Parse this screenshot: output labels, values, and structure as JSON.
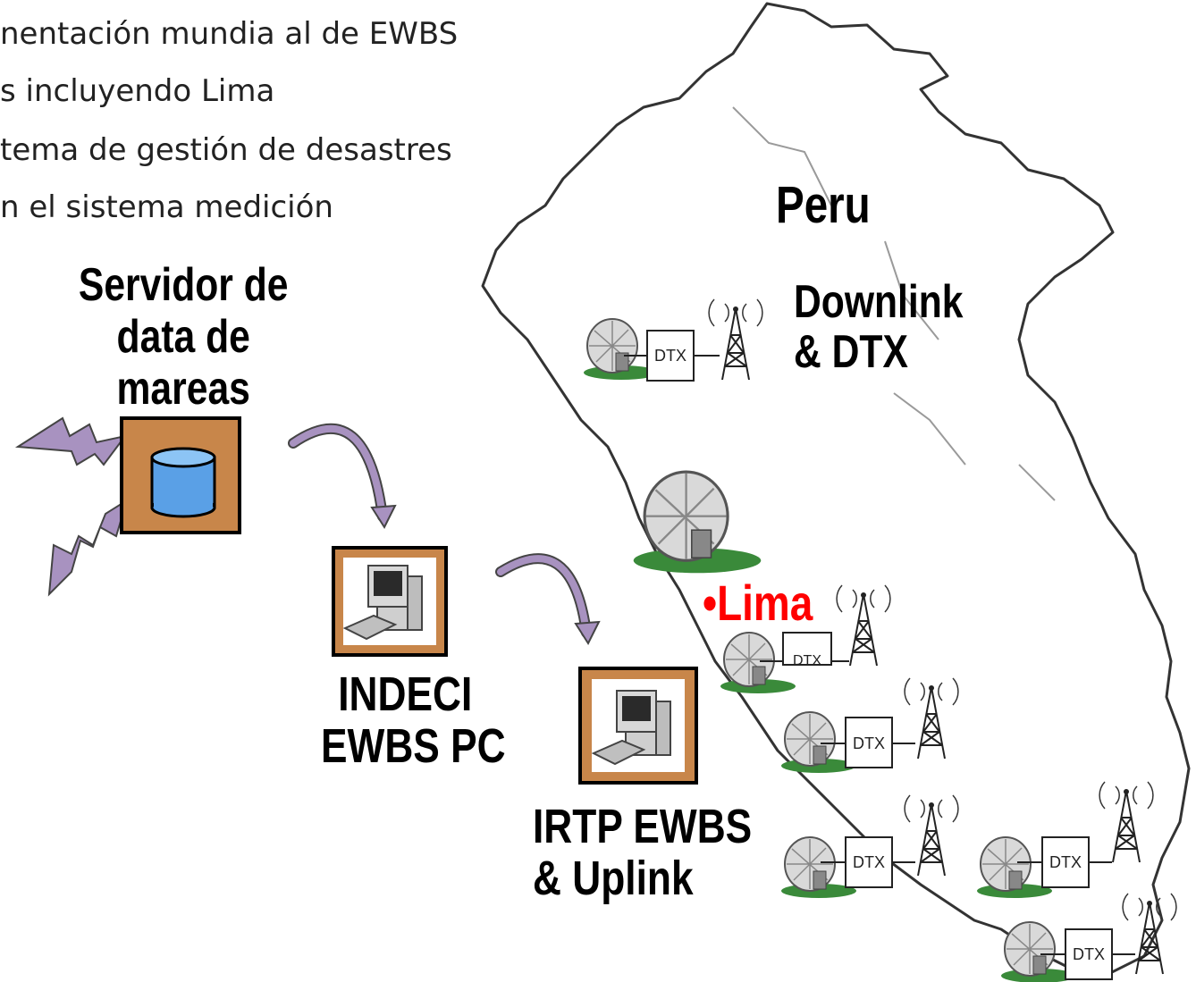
{
  "bullets": [
    "nentación mundia al de EWBS",
    "s incluyendo Lima",
    "tema de gestión de desastres",
    "n el sistema medición"
  ],
  "country_label": "Peru",
  "downlink_label": [
    "Downlink",
    "& DTX"
  ],
  "tide_server_label": [
    "Servidor de",
    "data de",
    "mareas"
  ],
  "indeci_label": [
    "INDECI",
    "EWBS PC"
  ],
  "irtp_label": [
    "IRTP EWBS",
    "& Uplink"
  ],
  "lima_label": "•Lima",
  "dtx_text": "DTX",
  "colors": {
    "box_fill": "#c8864a",
    "db_fill": "#5aa0e6",
    "lightning": "#a892c0",
    "lima": "#ff0000",
    "map_outline": "#333333"
  },
  "icons": [
    "database-icon",
    "computer-icon",
    "satellite-dish-icon",
    "antenna-tower-icon",
    "lightning-icon",
    "curved-arrow-icon"
  ]
}
